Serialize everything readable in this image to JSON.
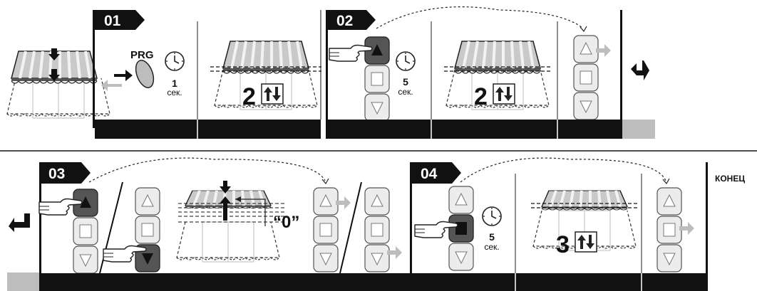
{
  "steps": [
    {
      "number": "01",
      "button_label": "PRG",
      "time_value": "1",
      "time_unit": "сек."
    },
    {
      "number": "02",
      "time_value": "5",
      "time_unit": "сек.",
      "count": "2"
    },
    {
      "number": "03",
      "zero_label": "“0”"
    },
    {
      "number": "04",
      "time_value": "5",
      "time_unit": "сек.",
      "count": "3"
    }
  ],
  "step1_count": "2",
  "end_label": "КОНЕЦ",
  "colors": {
    "bar": "#111111",
    "accent": "#bdbdbd",
    "key": "#e6e6e6"
  }
}
